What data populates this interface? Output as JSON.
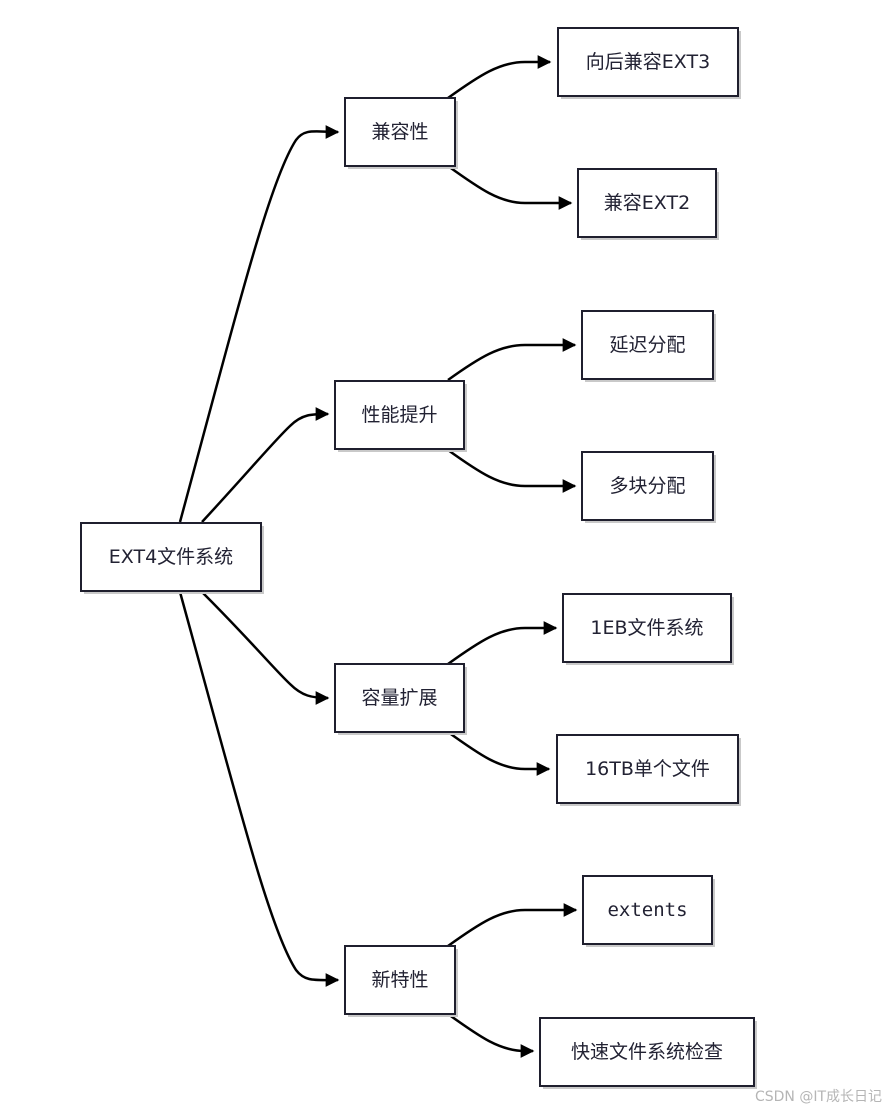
{
  "diagram": {
    "root": {
      "label": "EXT4文件系统"
    },
    "branches": [
      {
        "label": "兼容性",
        "children": [
          "向后兼容EXT3",
          "兼容EXT2"
        ]
      },
      {
        "label": "性能提升",
        "children": [
          "延迟分配",
          "多块分配"
        ]
      },
      {
        "label": "容量扩展",
        "children": [
          "1EB文件系统",
          "16TB单个文件"
        ]
      },
      {
        "label": "新特性",
        "children": [
          "extents",
          "快速文件系统检查"
        ]
      }
    ]
  },
  "watermark": "CSDN @IT成长日记",
  "colors": {
    "edge": "#000000",
    "box_border": "#1f1f2e",
    "box_shadow": "#c9c9c9",
    "text": "#222233"
  }
}
